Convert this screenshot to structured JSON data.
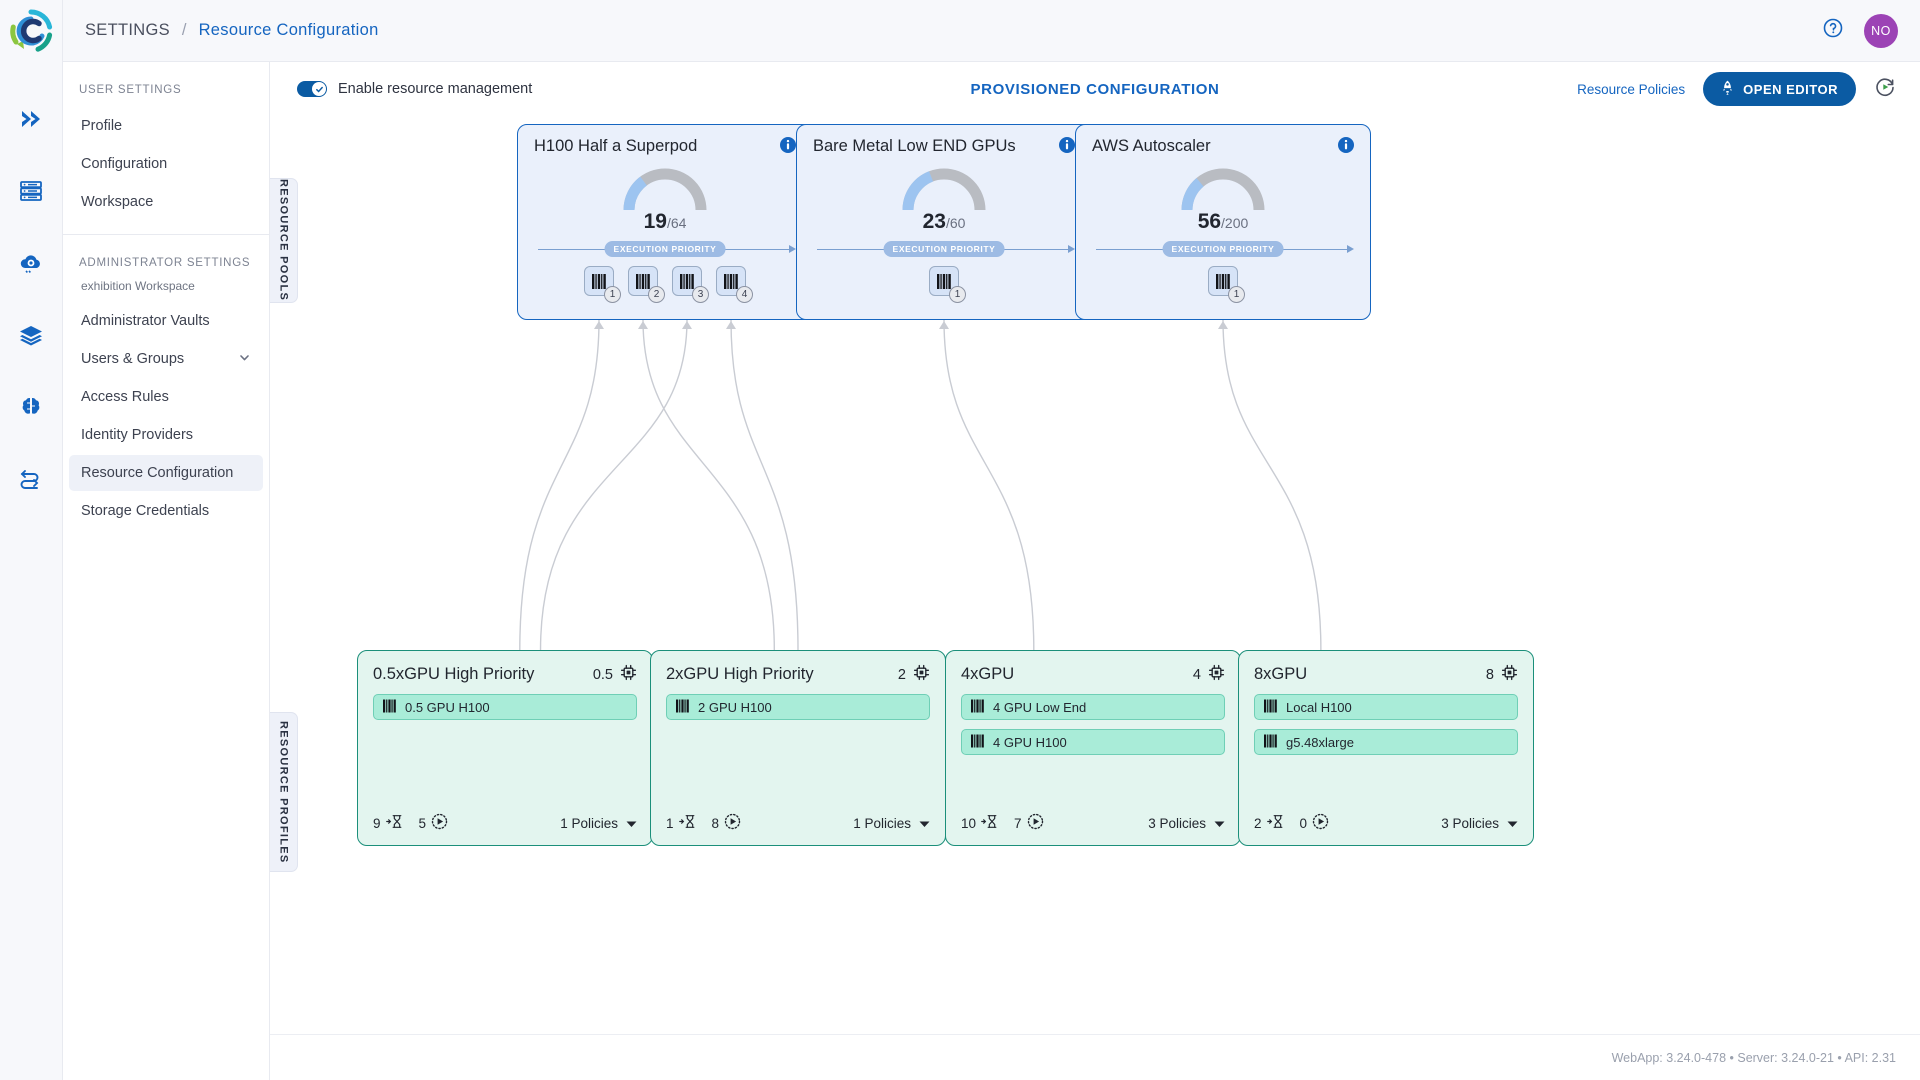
{
  "app": {
    "logo_icon": "concentric-c-logo",
    "rail_icons": [
      {
        "name": "workloads-icon",
        "glyph": "double-chevron-right"
      },
      {
        "name": "servers-icon",
        "glyph": "server-rack"
      },
      {
        "name": "cloud-settings-icon",
        "glyph": "cloud-gear"
      },
      {
        "name": "layers-icon",
        "glyph": "stacked-layers"
      },
      {
        "name": "ai-models-icon",
        "glyph": "brain"
      },
      {
        "name": "pipelines-icon",
        "glyph": "flow-arrows"
      }
    ]
  },
  "topbar": {
    "breadcrumb_root": "SETTINGS",
    "breadcrumb_separator": "/",
    "breadcrumb_current": "Resource Configuration",
    "help_icon": "question-circle-icon",
    "avatar_initials": "NO",
    "avatar_color": "#9c43b5"
  },
  "sidebar": {
    "user_group_title": "USER SETTINGS",
    "user_items": [
      {
        "label": "Profile",
        "active": false
      },
      {
        "label": "Configuration",
        "active": false
      },
      {
        "label": "Workspace",
        "active": false
      }
    ],
    "admin_group_title": "ADMINISTRATOR SETTINGS",
    "admin_workspace": "exhibition Workspace",
    "admin_items": [
      {
        "label": "Administrator Vaults",
        "active": false,
        "expandable": false
      },
      {
        "label": "Users & Groups",
        "active": false,
        "expandable": true
      },
      {
        "label": "Access Rules",
        "active": false,
        "expandable": false
      },
      {
        "label": "Identity Providers",
        "active": false,
        "expandable": false
      },
      {
        "label": "Resource Configuration",
        "active": true,
        "expandable": false
      },
      {
        "label": "Storage Credentials",
        "active": false,
        "expandable": false
      }
    ]
  },
  "toolbar": {
    "toggle_label": "Enable resource management",
    "toggle_enabled": true,
    "title": "PROVISIONED CONFIGURATION",
    "resource_policies_label": "Resource Policies",
    "open_editor_label": "OPEN EDITOR",
    "open_editor_icon": "rocket-icon",
    "refresh_icon": "refresh-play-icon",
    "accent_color": "#0b5ba3"
  },
  "sections": {
    "pools_tab_label": "RESOURCE POOLS",
    "profiles_tab_label": "RESOURCE PROFILES",
    "execution_priority_label": "EXECUTION PRIORITY",
    "pool_border_color": "#1565c0",
    "profile_border_color": "#1b8f7a"
  },
  "pools": [
    {
      "title": "H100 Half a Superpod",
      "used": "19",
      "capacity": "/64",
      "gauge_fraction": 0.297,
      "nodes": [
        {
          "badge": "1",
          "icon": "barcode-node-icon"
        },
        {
          "badge": "2",
          "icon": "barcode-node-icon"
        },
        {
          "badge": "3",
          "icon": "barcode-node-icon"
        },
        {
          "badge": "4",
          "icon": "barcode-node-icon"
        }
      ]
    },
    {
      "title": "Bare Metal Low END GPUs",
      "used": "23",
      "capacity": "/60",
      "gauge_fraction": 0.383,
      "nodes": [
        {
          "badge": "1",
          "icon": "barcode-node-icon"
        }
      ]
    },
    {
      "title": "AWS Autoscaler",
      "used": "56",
      "capacity": "/200",
      "gauge_fraction": 0.28,
      "nodes": [
        {
          "badge": "1",
          "icon": "barcode-node-icon"
        }
      ]
    }
  ],
  "profiles": [
    {
      "title": "0.5xGPU High Priority",
      "gpu_count": "0.5",
      "gpu_icon": "cpu-chip-icon",
      "resources": [
        "0.5 GPU H100"
      ],
      "pending": "9",
      "pending_icon": "hourglass-icon",
      "running": "5",
      "running_icon": "play-dotted-icon",
      "policies_label": "1 Policies"
    },
    {
      "title": "2xGPU High Priority",
      "gpu_count": "2",
      "gpu_icon": "cpu-chip-icon",
      "resources": [
        "2 GPU H100"
      ],
      "pending": "1",
      "pending_icon": "hourglass-icon",
      "running": "8",
      "running_icon": "play-dotted-icon",
      "policies_label": "1 Policies"
    },
    {
      "title": "4xGPU",
      "gpu_count": "4",
      "gpu_icon": "cpu-chip-icon",
      "resources": [
        "4 GPU Low End",
        "4 GPU H100"
      ],
      "pending": "10",
      "pending_icon": "hourglass-icon",
      "running": "7",
      "running_icon": "play-dotted-icon",
      "policies_label": "3 Policies"
    },
    {
      "title": "8xGPU",
      "gpu_count": "8",
      "gpu_icon": "cpu-chip-icon",
      "resources": [
        "Local H100",
        "g5.48xlarge"
      ],
      "pending": "2",
      "pending_icon": "hourglass-icon",
      "running": "0",
      "running_icon": "play-dotted-icon",
      "policies_label": "3 Policies"
    }
  ],
  "footer": {
    "version_text": "WebApp: 3.24.0-478 • Server: 3.24.0-21 • API: 2.31"
  }
}
